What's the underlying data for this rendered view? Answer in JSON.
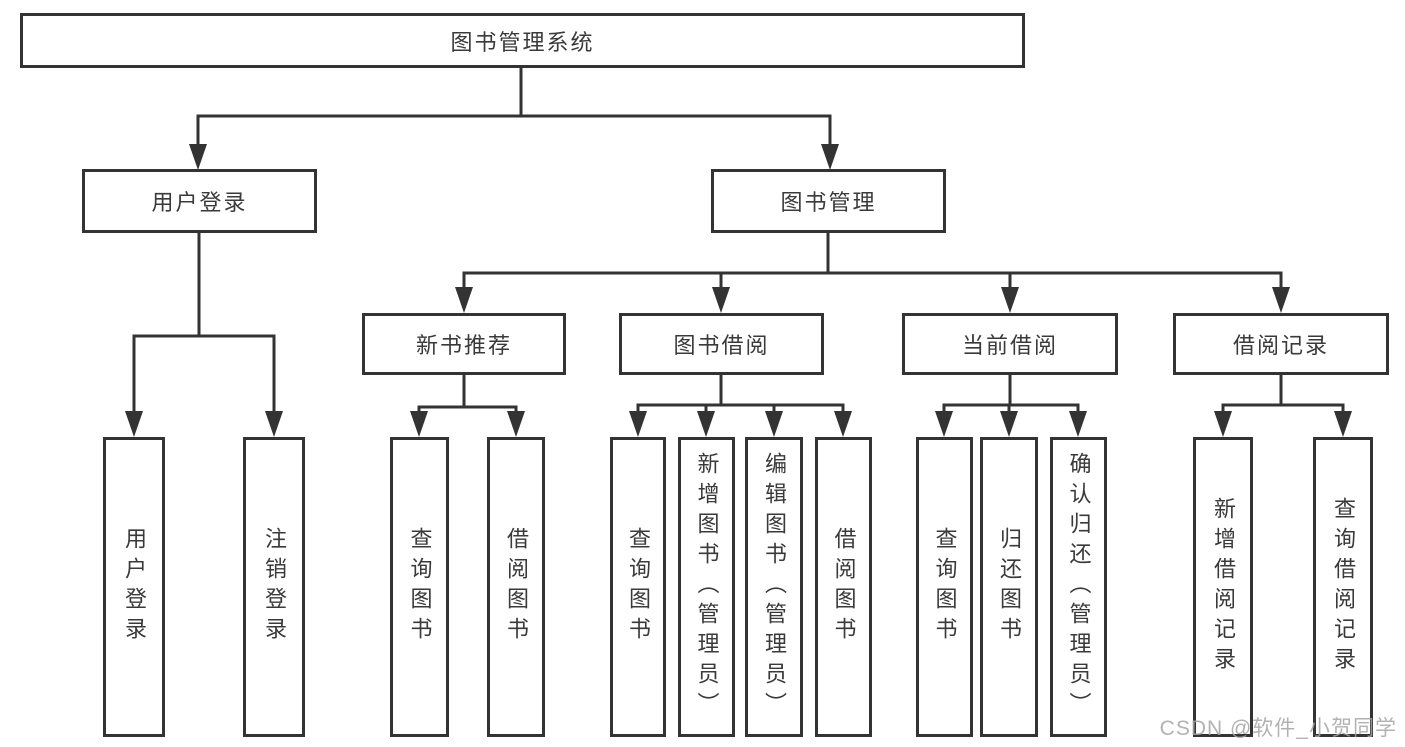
{
  "diagram": {
    "type": "hierarchy-tree",
    "tree": {
      "label": "图书管理系统",
      "children": [
        {
          "label": "用户登录",
          "children": [
            {
              "label": "用户登录"
            },
            {
              "label": "注销登录"
            }
          ]
        },
        {
          "label": "图书管理",
          "children": [
            {
              "label": "新书推荐",
              "children": [
                {
                  "label": "查询图书"
                },
                {
                  "label": "借阅图书"
                }
              ]
            },
            {
              "label": "图书借阅",
              "children": [
                {
                  "label": "查询图书"
                },
                {
                  "label": "新增图书（管理员）"
                },
                {
                  "label": "编辑图书（管理员）"
                },
                {
                  "label": "借阅图书"
                }
              ]
            },
            {
              "label": "当前借阅",
              "children": [
                {
                  "label": "查询图书"
                },
                {
                  "label": "归还图书"
                },
                {
                  "label": "确认归还（管理员）"
                }
              ]
            },
            {
              "label": "借阅记录",
              "children": [
                {
                  "label": "新增借阅记录"
                },
                {
                  "label": "查询借阅记录"
                }
              ]
            }
          ]
        }
      ]
    },
    "watermark": "CSDN @软件_小贺同学",
    "colors": {
      "line": "#333333",
      "text": "#3a3a3a",
      "watermark": "#a5a5a5",
      "background": "#ffffff"
    }
  }
}
